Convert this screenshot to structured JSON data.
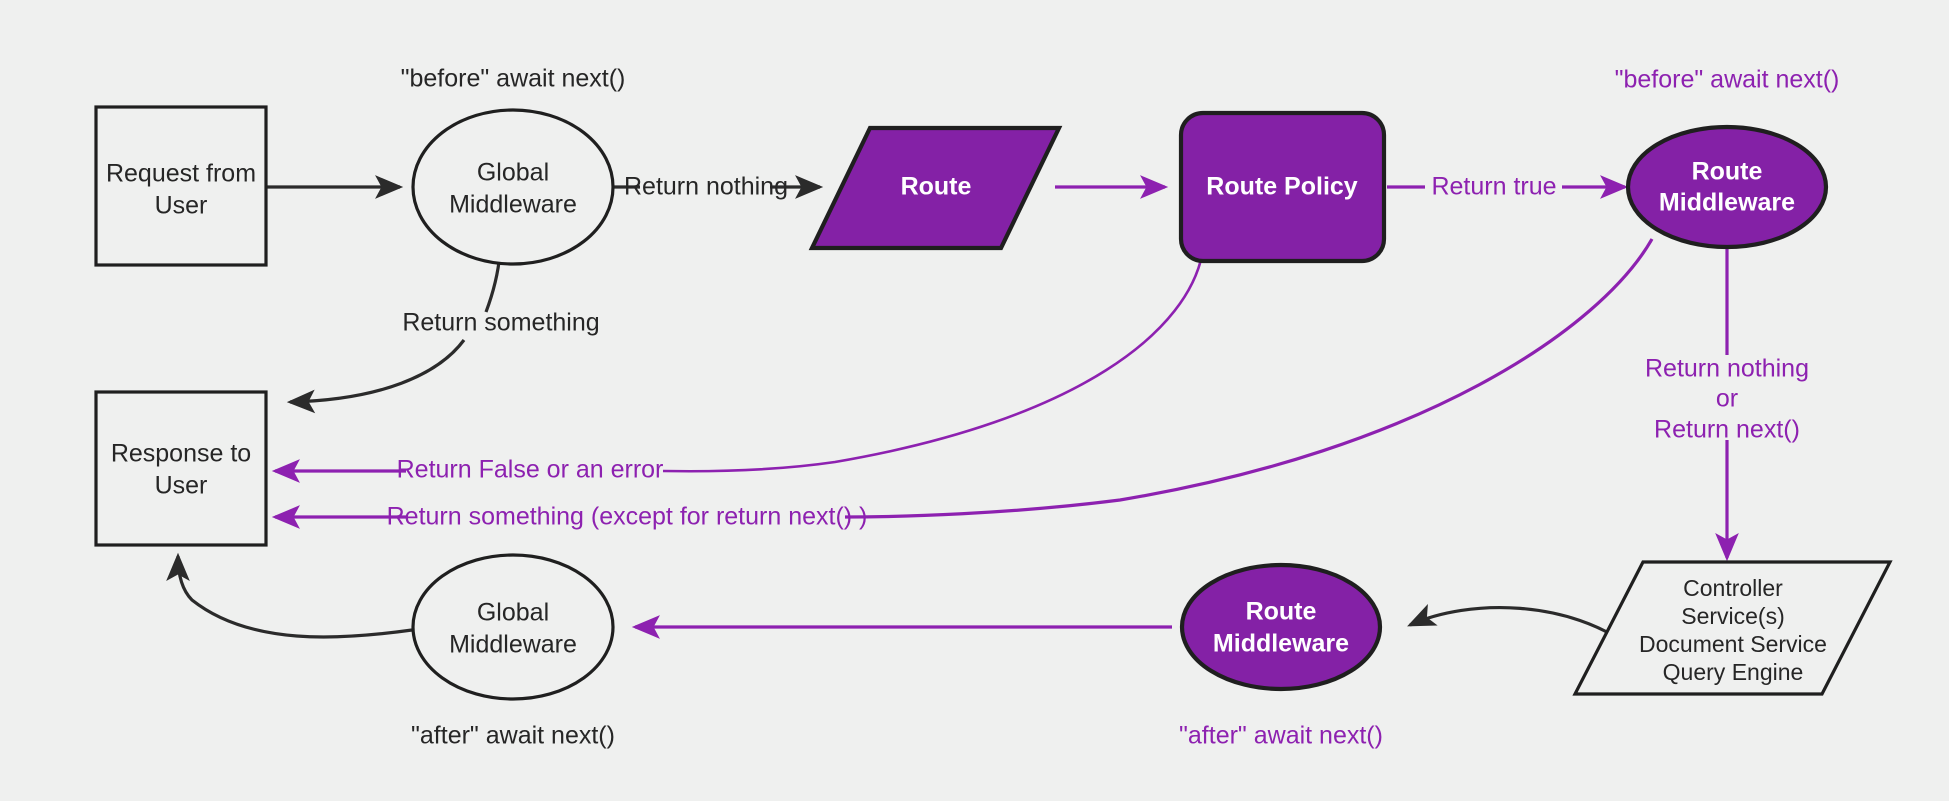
{
  "diagram": {
    "title": "Request / Middleware / Route lifecycle flow",
    "background_color": "#eff0ef",
    "colors": {
      "purple_fill": "#8421a6",
      "purple_stroke": "#8d21b0",
      "dark_stroke": "#2b2b2b",
      "dark_text": "#262626",
      "white_text": "#ffffff"
    },
    "nodes": {
      "request": {
        "line1": "Request from",
        "line2": "User",
        "shape": "rectangle",
        "style": "plain"
      },
      "global_middleware_top": {
        "line1": "Global",
        "line2": "Middleware",
        "shape": "ellipse",
        "style": "plain"
      },
      "route": {
        "line1": "Route",
        "shape": "parallelogram",
        "style": "purple"
      },
      "route_policy": {
        "line1": "Route Policy",
        "shape": "rounded-rectangle",
        "style": "purple"
      },
      "route_middleware_top": {
        "line1": "Route",
        "line2": "Middleware",
        "shape": "ellipse",
        "style": "purple"
      },
      "response": {
        "line1": "Response to",
        "line2": "User",
        "shape": "rectangle",
        "style": "plain"
      },
      "global_middleware_bottom": {
        "line1": "Global",
        "line2": "Middleware",
        "shape": "ellipse",
        "style": "plain"
      },
      "route_middleware_bottom": {
        "line1": "Route",
        "line2": "Middleware",
        "shape": "ellipse",
        "style": "purple"
      },
      "controller": {
        "line1": "Controller",
        "line2": "Service(s)",
        "line3": "Document Service",
        "line4": "Query Engine",
        "shape": "parallelogram",
        "style": "plain"
      }
    },
    "edge_labels": {
      "return_nothing": "Return nothing",
      "return_something_top": "Return something",
      "return_true": "Return true",
      "return_false_or_error": "Return False or an error",
      "return_something_except": "Return something (except for return next() )",
      "return_nothing_or_next_1": "Return nothing",
      "return_nothing_or_next_2": "or",
      "return_nothing_or_next_3": "Return next()"
    },
    "notes": {
      "before_global": "\"before\" await next()",
      "before_route_middleware": "\"before\" await next()",
      "after_global": "\"after\" await next()",
      "after_route_middleware": "\"after\" await next()"
    }
  }
}
